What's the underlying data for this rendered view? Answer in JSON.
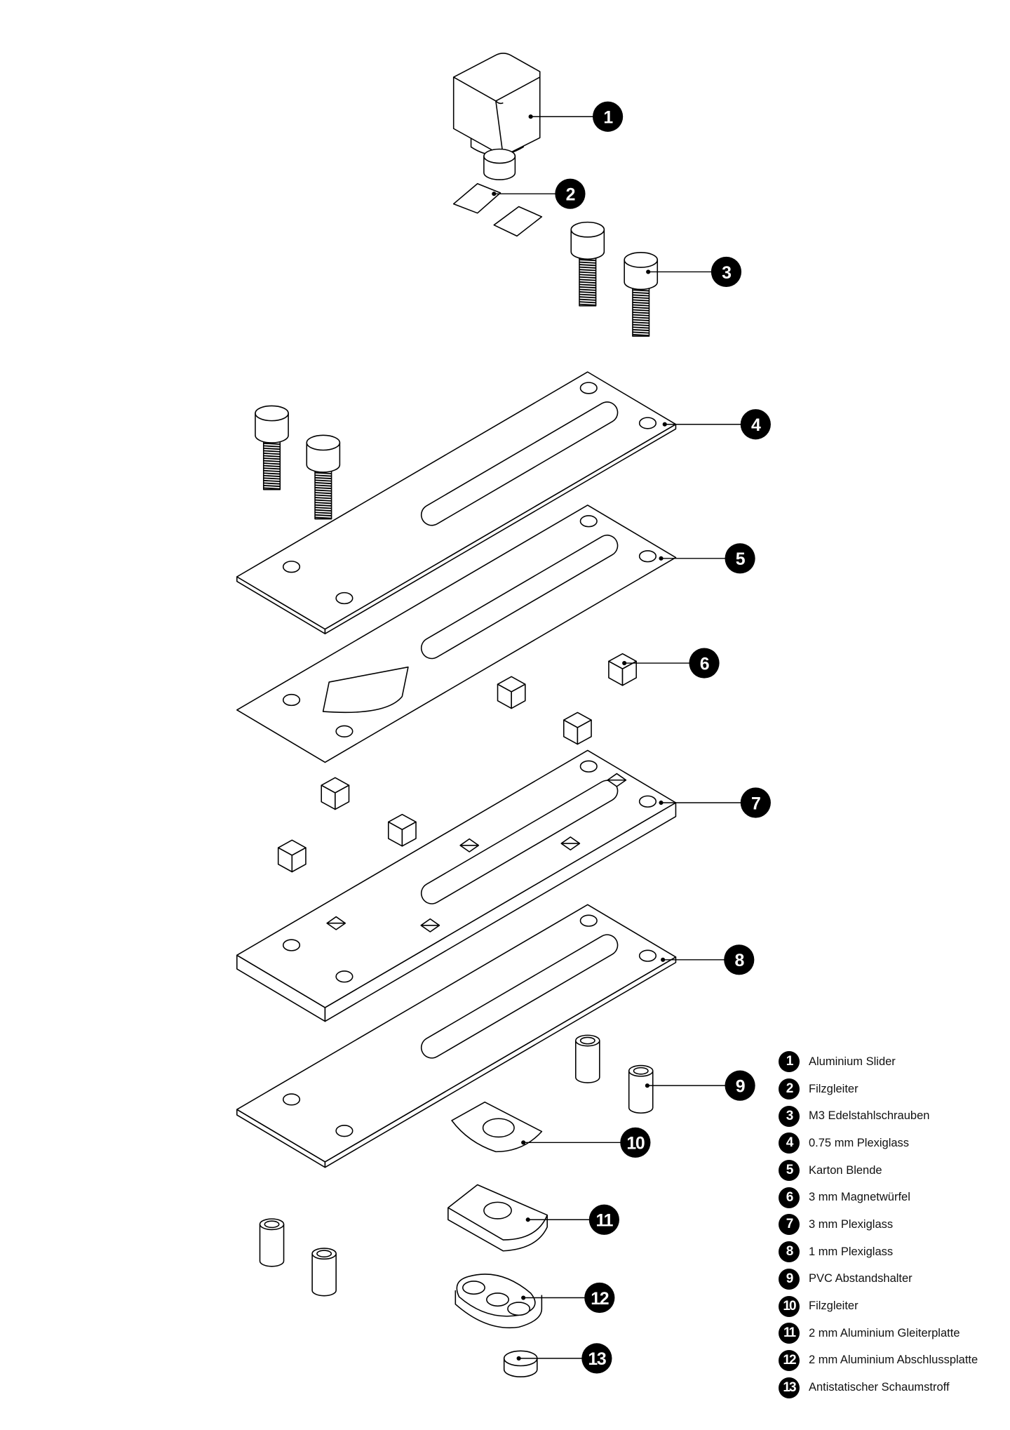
{
  "callouts": [
    "1",
    "2",
    "3",
    "4",
    "5",
    "6",
    "7",
    "8",
    "9",
    "10",
    "11",
    "12",
    "13"
  ],
  "legend": [
    {
      "num": "1",
      "label": "Aluminium Slider"
    },
    {
      "num": "2",
      "label": "Filzgleiter"
    },
    {
      "num": "3",
      "label": "M3 Edelstahlschrauben"
    },
    {
      "num": "4",
      "label": "0.75 mm Plexiglass"
    },
    {
      "num": "5",
      "label": "Karton Blende"
    },
    {
      "num": "6",
      "label": "3 mm Magnetwürfel"
    },
    {
      "num": "7",
      "label": "3 mm Plexiglass"
    },
    {
      "num": "8",
      "label": "1 mm Plexiglass"
    },
    {
      "num": "9",
      "label": "PVC Abstandshalter"
    },
    {
      "num": "10",
      "label": "Filzgleiter"
    },
    {
      "num": "11",
      "label": "2 mm Aluminium Gleiterplatte"
    },
    {
      "num": "12",
      "label": "2 mm Aluminium Abschlussplatte"
    },
    {
      "num": "13",
      "label": "Antistatischer Schaumstroff"
    }
  ]
}
